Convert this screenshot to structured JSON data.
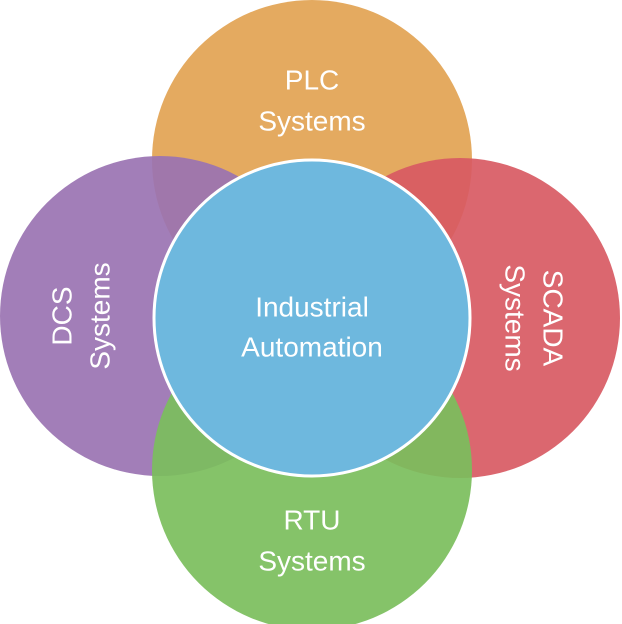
{
  "diagram": {
    "center": {
      "line1": "Industrial",
      "line2": "Automation",
      "color": "#6EB8DE"
    },
    "top": {
      "line1": "PLC",
      "line2": "Systems",
      "color": "#E2A352"
    },
    "right": {
      "line1": "SCADA",
      "line2": "Systems",
      "color": "#D85A63"
    },
    "bottom": {
      "line1": "RTU",
      "line2": "Systems",
      "color": "#7BBE5C"
    },
    "left": {
      "line1": "DCS",
      "line2": "Systems",
      "color": "#9A73B2"
    }
  }
}
